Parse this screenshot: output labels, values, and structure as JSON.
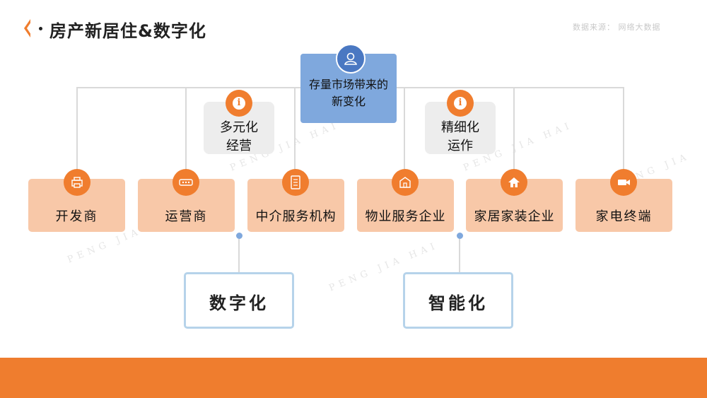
{
  "header": {
    "title": "房产新居住&数字化",
    "source": "数据来源： 网络大数据"
  },
  "center": {
    "label_line1": "存量市场带来的",
    "label_line2": "新变化",
    "icon": "user-icon"
  },
  "branches": [
    {
      "line1": "多元化",
      "line2": "经营",
      "icon": "info-icon"
    },
    {
      "line1": "精细化",
      "line2": "运作",
      "icon": "info-icon"
    }
  ],
  "cards": [
    {
      "label": "开发商",
      "icon": "printer-icon"
    },
    {
      "label": "运营商",
      "icon": "router-icon"
    },
    {
      "label": "中介服务机构",
      "icon": "document-icon"
    },
    {
      "label": "物业服务企业",
      "icon": "building-icon"
    },
    {
      "label": "家居家装企业",
      "icon": "home-icon"
    },
    {
      "label": "家电终端",
      "icon": "camera-icon"
    }
  ],
  "outcomes": [
    {
      "label": "数字化"
    },
    {
      "label": "智能化"
    }
  ],
  "watermark": "PENG JIA HAI",
  "colors": {
    "accent": "#f07d2e",
    "card": "#f8c8a8",
    "center": "#7fa8dd",
    "outline": "#b6d3ea"
  }
}
